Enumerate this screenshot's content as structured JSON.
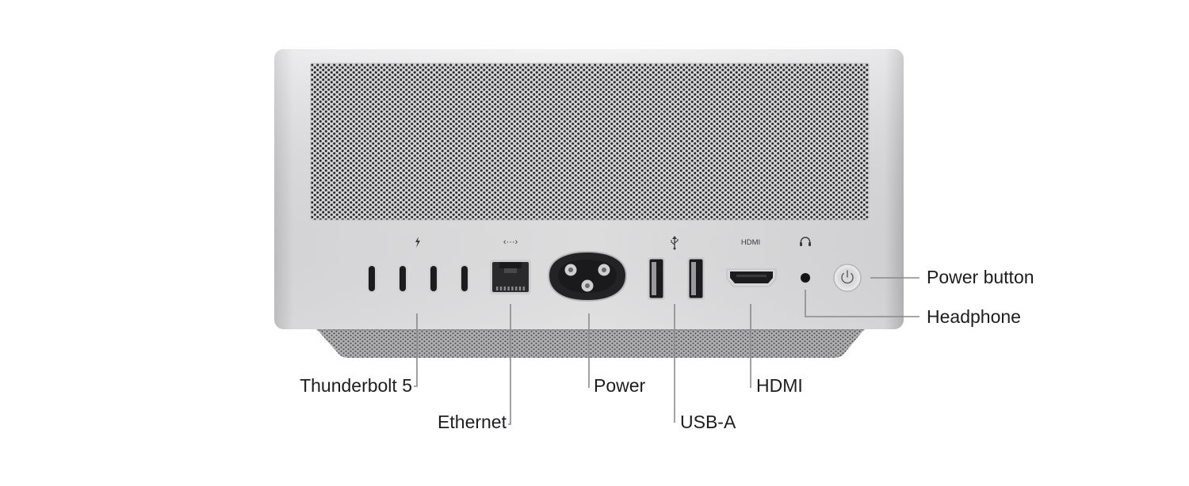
{
  "diagram": {
    "labels": {
      "thunderbolt": "Thunderbolt 5",
      "ethernet": "Ethernet",
      "power": "Power",
      "usb_a": "USB-A",
      "hdmi": "HDMI",
      "power_button": "Power button",
      "headphone": "Headphone"
    },
    "port_icons": {
      "thunderbolt": "thunderbolt-icon",
      "ethernet": "ethernet-icon",
      "usb": "usb-icon",
      "hdmi": "HDMI",
      "headphone": "headphone-icon",
      "power_button": "power-icon"
    },
    "thunderbolt_port_count": 4,
    "usb_a_port_count": 2,
    "colors": {
      "body_silver": "#e4e4e6",
      "body_shadow": "#b9b9bd",
      "port_dark": "#1c1c1e",
      "leader_line": "#8a8a8e",
      "text": "#1d1d1f"
    }
  }
}
